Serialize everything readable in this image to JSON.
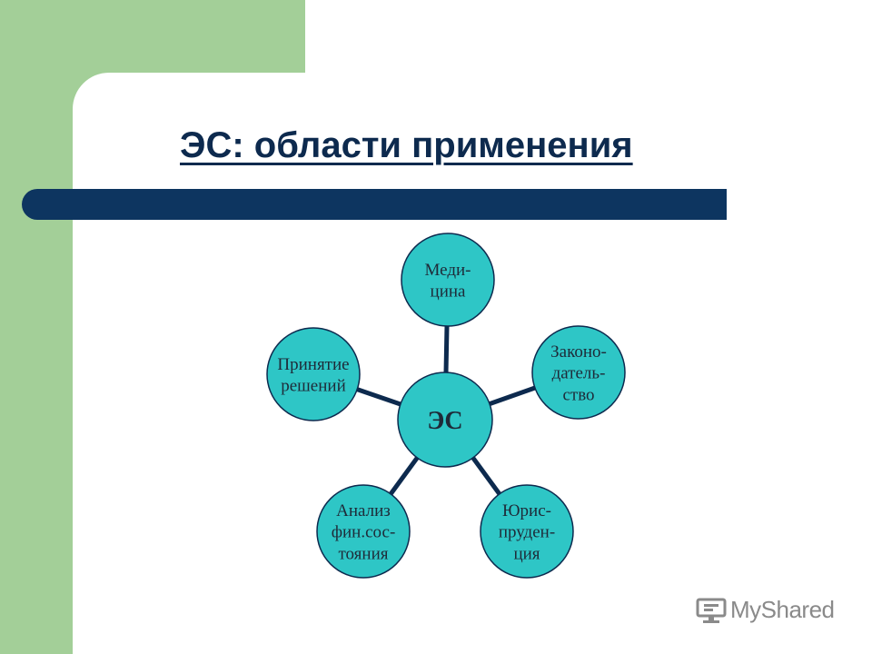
{
  "slide": {
    "title": "ЭС: области применения",
    "watermark": "MyShared"
  },
  "diagram": {
    "center": {
      "label": "ЭС",
      "lines": [
        "ЭС"
      ]
    },
    "nodes": [
      {
        "id": "medicine",
        "lines": [
          "Меди-",
          "цина"
        ]
      },
      {
        "id": "legislation",
        "lines": [
          "Законо-",
          "датель-",
          "ство"
        ]
      },
      {
        "id": "jurisprudence",
        "lines": [
          "Юрис-",
          "пруден-",
          "ция"
        ]
      },
      {
        "id": "financial-analysis",
        "lines": [
          "Анализ",
          "фин.сос-",
          "тояния"
        ]
      },
      {
        "id": "decision-making",
        "lines": [
          "Принятие",
          "решений"
        ]
      }
    ]
  },
  "colors": {
    "green": "#a3cf98",
    "navy": "#0d3560",
    "title": "#0d2a4e",
    "node_fill": "#2ec6c6",
    "node_stroke": "#0d2a4e",
    "text": "#1e2a38"
  }
}
